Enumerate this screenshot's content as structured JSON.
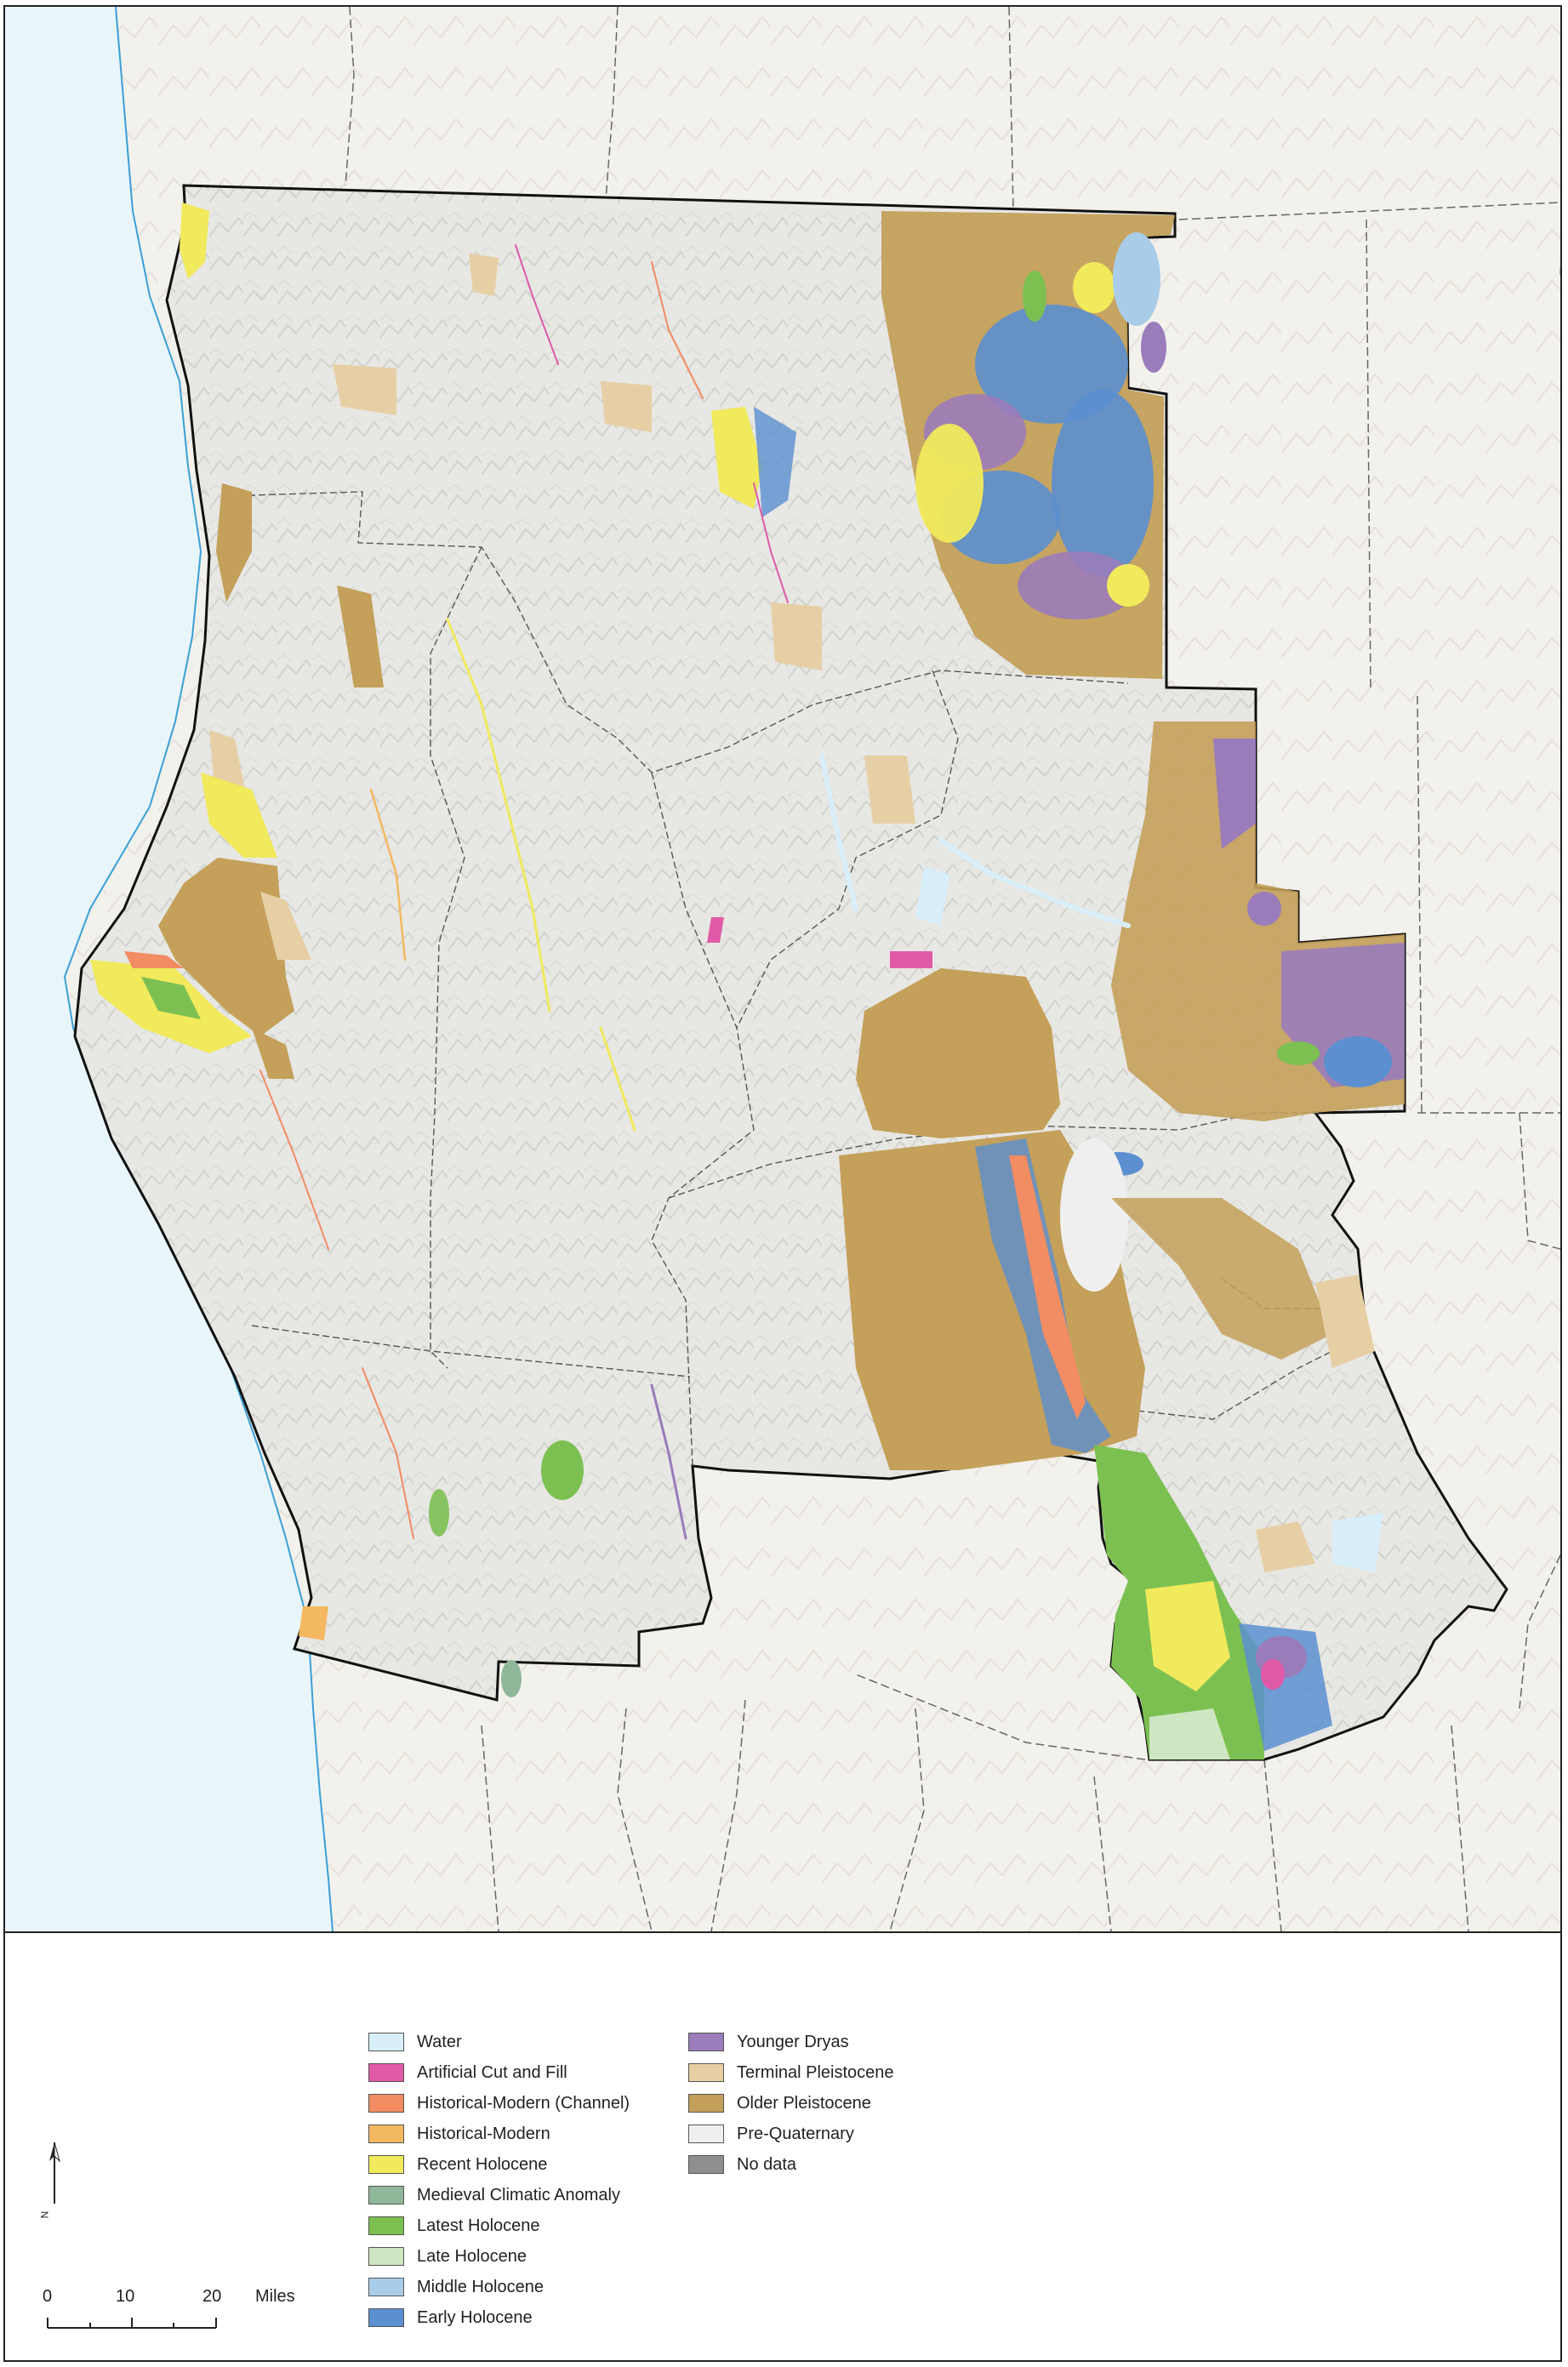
{
  "legend": {
    "column1": [
      {
        "label": "Water",
        "color": "#d8eef8"
      },
      {
        "label": "Artificial Cut and Fill",
        "color": "#e05aa8"
      },
      {
        "label": "Historical-Modern (Channel)",
        "color": "#f28c62"
      },
      {
        "label": "Historical-Modern",
        "color": "#f4b860"
      },
      {
        "label": "Recent Holocene",
        "color": "#f0ea5c"
      },
      {
        "label": "Medieval Climatic Anomaly",
        "color": "#8fb89a"
      },
      {
        "label": "Latest Holocene",
        "color": "#7cc052"
      },
      {
        "label": "Late Holocene",
        "color": "#cfe6c2"
      },
      {
        "label": "Middle Holocene",
        "color": "#a9cde9"
      },
      {
        "label": "Early Holocene",
        "color": "#5b8fd0"
      }
    ],
    "column2": [
      {
        "label": "Younger Dryas",
        "color": "#9a7cba"
      },
      {
        "label": "Terminal Pleistocene",
        "color": "#e6cfa4"
      },
      {
        "label": "Older Pleistocene",
        "color": "#c4a05a"
      },
      {
        "label": "Pre-Quaternary",
        "color": "#efefef"
      },
      {
        "label": "No data",
        "color": "#8e8e8e"
      }
    ]
  },
  "north_arrow": {
    "label": "N"
  },
  "scalebar": {
    "ticks": [
      "0",
      "10",
      "20"
    ],
    "units": "Miles"
  }
}
